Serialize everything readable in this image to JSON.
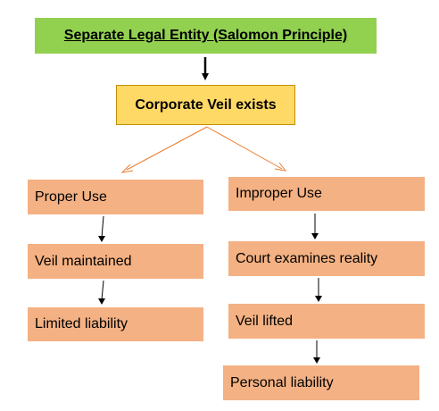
{
  "title_box": {
    "label": "Separate Legal Entity (Salomon Principle)",
    "color": "#92d050"
  },
  "veil_box": {
    "label": "Corporate Veil exists",
    "color": "#ffd966",
    "border_color": "#bf9000"
  },
  "left_branch": {
    "items": [
      {
        "label": "Proper Use"
      },
      {
        "label": "Veil maintained"
      },
      {
        "label": "Limited liability"
      }
    ]
  },
  "right_branch": {
    "items": [
      {
        "label": "Improper Use"
      },
      {
        "label": "Court examines reality"
      },
      {
        "label": "Veil lifted"
      },
      {
        "label": "Personal liability"
      }
    ]
  },
  "colors": {
    "step_box": "#f4b183",
    "branch_arrow": "#ed7d31",
    "step_arrow": "#000000"
  }
}
